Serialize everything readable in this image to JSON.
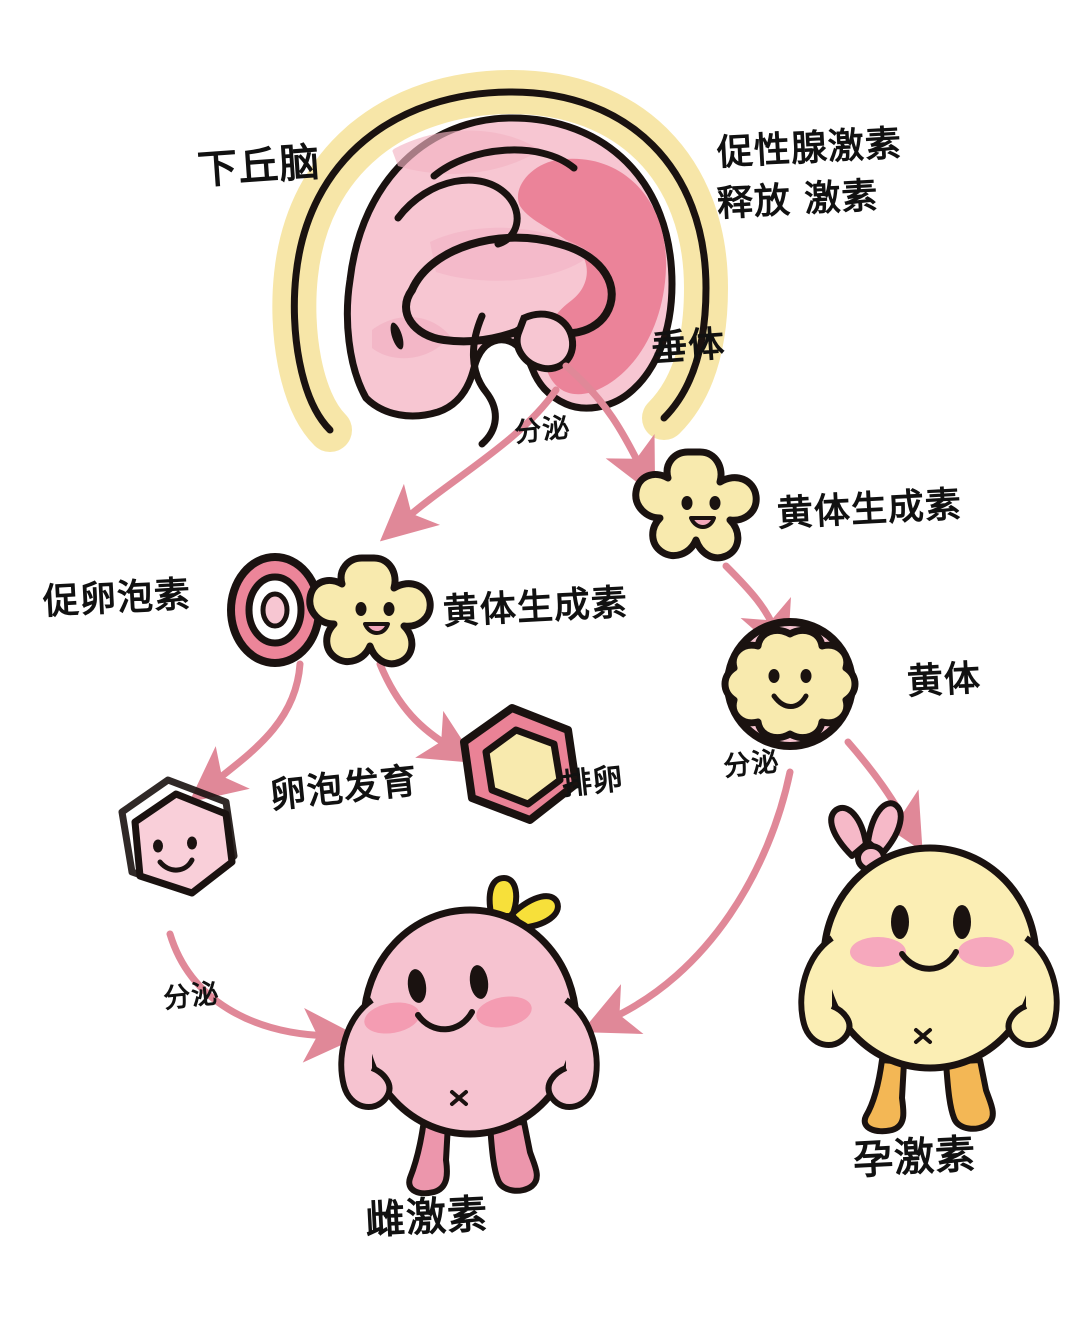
{
  "figure": {
    "title": "女性生殖激素调节示意图",
    "background_color": "#ffffff",
    "ink_color": "#1a1210",
    "arrow_color": "#e08898",
    "palette": {
      "brain_pink": "#f7c6d2",
      "brain_deep_pink": "#ea8096",
      "brain_halo_yellow": "#f7e6a8",
      "flower_yellow": "#f8eaae",
      "follicle_pink": "#f9cfd9",
      "ring_pink": "#ea8296",
      "estrogen_pink": "#f6c3d0",
      "estrogen_leg_pink": "#ec96ac",
      "progesterone_yellow": "#fbeeb4",
      "progesterone_leg_yellow": "#f3b755",
      "cheek_pink": "#f49cb2",
      "bow_yellow": "#f7e03a"
    }
  },
  "labels": {
    "hypothalamus": "下丘脑",
    "gnrh_line1": "促性腺激素",
    "gnrh_line2": "释放 激素",
    "pituitary": "垂体",
    "secrete_top": "分泌",
    "lh_right": "黄体生成素",
    "fsh_left": "促卵泡素",
    "lh_left": "黄体生成素",
    "follicle_development": "卵泡发育",
    "ovulation": "排卵",
    "corpus_luteum": "黄体",
    "secrete_luteum": "分泌",
    "secrete_follicle": "分泌",
    "estrogen": "雌激素",
    "progesterone": "孕激素"
  },
  "nodes": [
    {
      "id": "hypothalamus-brain",
      "name": "brain-illustration",
      "label": "下丘脑",
      "kind": "brain",
      "note": "侧面大脑剖面，外围黄色光晕，内部粉色脑回与深粉丘脑，下方垂体"
    },
    {
      "id": "lh-flower-right",
      "name": "lh-flower-icon",
      "label": "黄体生成素",
      "kind": "flower",
      "face": "smiling"
    },
    {
      "id": "fsh-circle-left",
      "name": "fsh-circle-icon",
      "label": "促卵泡素",
      "kind": "concentric-circle",
      "face": "none"
    },
    {
      "id": "lh-flower-left",
      "name": "lh-flower-icon-left",
      "label": "黄体生成素",
      "kind": "flower",
      "face": "smiling"
    },
    {
      "id": "follicle-hexagon",
      "name": "follicle-hexagon-icon",
      "label": "卵泡发育",
      "kind": "hexagon-face",
      "face": "smiling"
    },
    {
      "id": "ovulation-hexagon",
      "name": "ovulation-hexagon-icon",
      "label": "排卵",
      "kind": "hexagon-ring",
      "face": "none"
    },
    {
      "id": "corpus-luteum-cell",
      "name": "corpus-luteum-icon",
      "label": "黄体",
      "kind": "wavy-cell",
      "face": "smiling"
    },
    {
      "id": "estrogen-character",
      "name": "estrogen-character",
      "label": "雌激素",
      "kind": "blob-character",
      "bow_color": "#f7e03a",
      "body_color": "#f6c3d0",
      "face": "smiling"
    },
    {
      "id": "progesterone-character",
      "name": "progesterone-character",
      "label": "孕激素",
      "kind": "blob-character",
      "bow_color": "#f6b9c8",
      "body_color": "#fbeeb4",
      "face": "smiling"
    }
  ],
  "arrows": [
    {
      "id": "a1",
      "name": "arrow-brain-to-fsh-lh",
      "from": "hypothalamus-brain",
      "to": "fsh-circle-left",
      "label": "分泌"
    },
    {
      "id": "a2",
      "name": "arrow-brain-to-lh-flower",
      "from": "hypothalamus-brain",
      "to": "lh-flower-right",
      "label": ""
    },
    {
      "id": "a3",
      "name": "arrow-fsh-to-follicle",
      "from": "fsh-circle-left",
      "to": "follicle-hexagon",
      "label": "卵泡发育"
    },
    {
      "id": "a4",
      "name": "arrow-lh-to-ovulation",
      "from": "lh-flower-left",
      "to": "ovulation-hexagon",
      "label": "排卵"
    },
    {
      "id": "a5",
      "name": "arrow-lh-right-to-corpus-luteum",
      "from": "lh-flower-right",
      "to": "corpus-luteum-cell",
      "label": ""
    },
    {
      "id": "a6",
      "name": "arrow-follicle-to-estrogen",
      "from": "follicle-hexagon",
      "to": "estrogen-character",
      "label": "分泌"
    },
    {
      "id": "a7",
      "name": "arrow-corpus-luteum-to-estrogen",
      "from": "corpus-luteum-cell",
      "to": "estrogen-character",
      "label": "分泌"
    },
    {
      "id": "a8",
      "name": "arrow-corpus-luteum-to-progesterone",
      "from": "corpus-luteum-cell",
      "to": "progesterone-character",
      "label": ""
    }
  ]
}
